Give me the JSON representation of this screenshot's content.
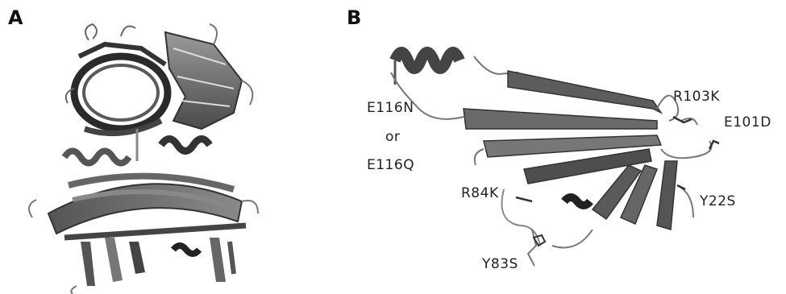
{
  "panels": {
    "a": {
      "letter": "A"
    },
    "b": {
      "letter": "B"
    }
  },
  "mutation_labels": {
    "e116n": "E116N",
    "or": "or",
    "e116q": "E116Q",
    "r103k": "R103K",
    "e101d": "E101D",
    "r84k": "R84K",
    "y22s": "Y22S",
    "y83s": "Y83S"
  },
  "colors": {
    "ribbon_dark": "#3a3a3a",
    "ribbon_mid": "#6e6e6e",
    "ribbon_light": "#a8a8a8",
    "coil": "#777777"
  }
}
